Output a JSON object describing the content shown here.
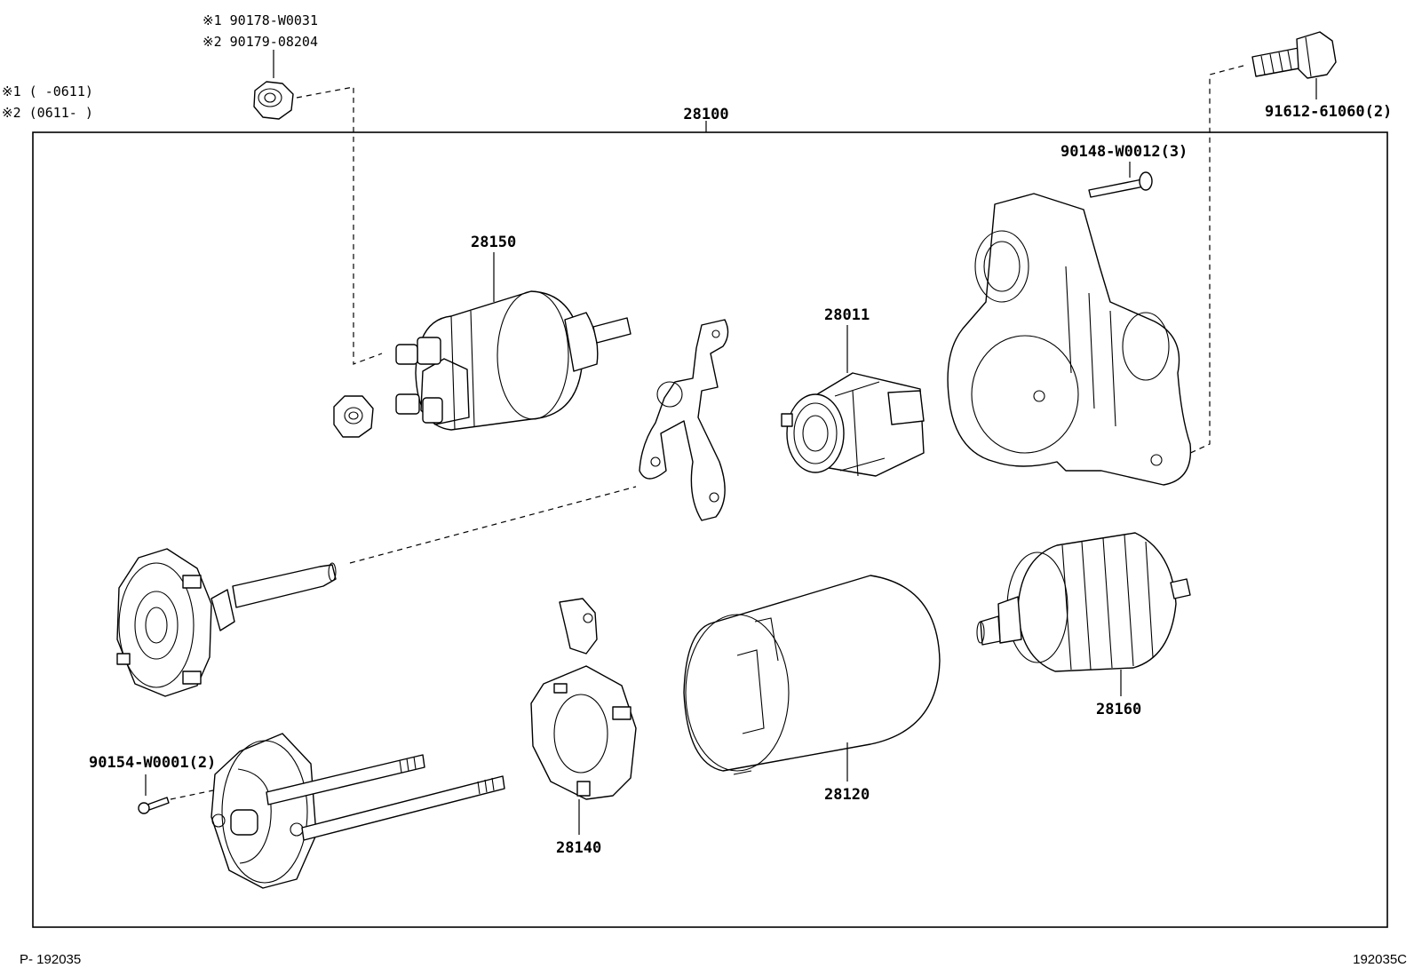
{
  "notes": {
    "nut_ref_1": "※1 90178-W0031",
    "nut_ref_2": "※2 90179-08204",
    "range_1": "※1 (         -0611)",
    "range_2": "※2 (0611-          )"
  },
  "parts": {
    "starter_assy": "28100",
    "bolt_top_right": "91612-61060(2)",
    "bolt_housing": "90148-W0012(3)",
    "solenoid": "28150",
    "clutch": "28011",
    "armature": "28160",
    "yoke": "28120",
    "brush_holder": "28140",
    "screw_end_frame": "90154-W0001(2)"
  },
  "footer": {
    "left_code": "P- 192035",
    "right_code": "192035C"
  }
}
